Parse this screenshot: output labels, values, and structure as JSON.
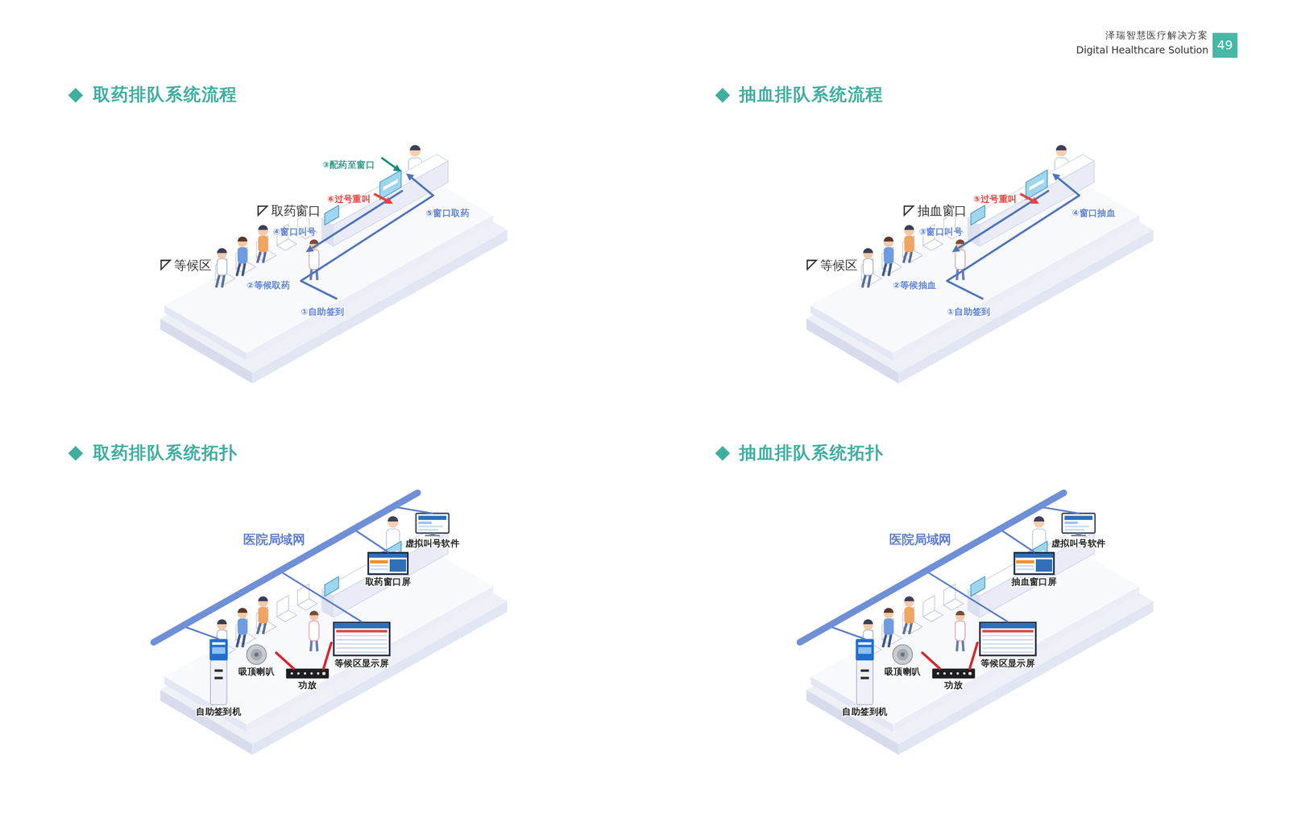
{
  "diagram": {
    "nodes": [
      {
        "text": [
          "49"
        ]
      },
      {
        "text": [
          "医院局域网"
        ]
      },
      {
        "text": [
          "虚拟叫号软件"
        ]
      },
      {
        "text": [
          "取药窗口屏"
        ]
      },
      {
        "text": [
          "等候区显示屏"
        ]
      },
      {
        "text": [
          "自助签到机"
        ]
      },
      {
        "text": [
          "吸顶喇叭"
        ]
      },
      {
        "text": [
          "功放"
        ]
      },
      {
        "text": [
          "医院局域网"
        ]
      },
      {
        "text": [
          "虚拟叫号软件"
        ]
      },
      {
        "text": [
          "抽血窗口屏"
        ]
      },
      {
        "text": [
          "等候区显示屏"
        ]
      },
      {
        "text": [
          "自助签到机"
        ]
      },
      {
        "text": [
          "吸顶喇叭"
        ]
      },
      {
        "text": [
          "功放"
        ]
      }
    ],
    "edges": [
      {
        "from": 1,
        "to": 2,
        "arrow": "none"
      },
      {
        "from": 1,
        "to": 3,
        "arrow": "none"
      },
      {
        "from": 1,
        "to": 4,
        "arrow": "none"
      },
      {
        "from": 1,
        "to": 5,
        "arrow": "none"
      },
      {
        "from": 6,
        "to": 7,
        "arrow": "none"
      },
      {
        "from": 7,
        "to": 4,
        "arrow": "none"
      },
      {
        "from": 8,
        "to": 9,
        "arrow": "none"
      },
      {
        "from": 8,
        "to": 10,
        "arrow": "none"
      },
      {
        "from": 8,
        "to": 11,
        "arrow": "none"
      },
      {
        "from": 8,
        "to": 12,
        "arrow": "none"
      },
      {
        "from": 13,
        "to": 14,
        "arrow": "none"
      },
      {
        "from": 14,
        "to": 11,
        "arrow": "none"
      }
    ],
    "labels": [
      "泽瑞智慧医疗解决方案",
      "Digital Healthcare Solution",
      "取药排队系统流程",
      "③配药至窗口",
      "⑥过号重叫",
      "取药窗口",
      "⑤窗口取药",
      "④窗口叫号",
      "等候区",
      "②等候取药",
      "①自助签到",
      "抽血排队系统流程",
      "⑤过号重叫",
      "抽血窗口",
      "④窗口抽血",
      "③窗口叫号",
      "等候区",
      "②等候抽血",
      "①自助签到",
      "取药排队系统拓扑",
      "抽血排队系统拓扑"
    ]
  }
}
